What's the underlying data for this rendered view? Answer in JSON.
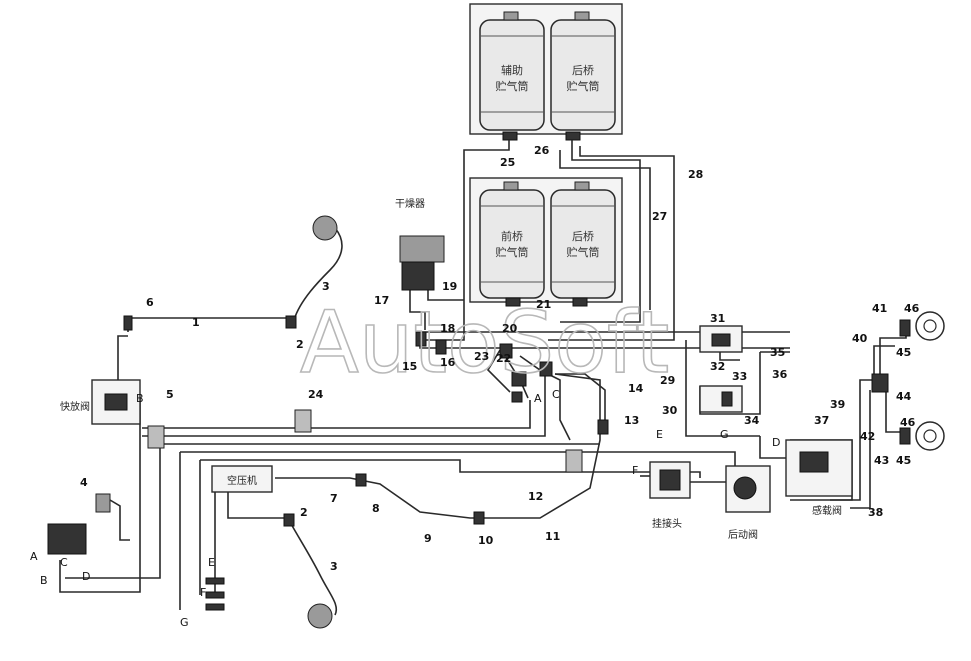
{
  "watermark": "AutoSoft",
  "tanks": {
    "aux": [
      "辅助",
      "贮气筒"
    ],
    "rear_top": [
      "后桥",
      "贮气筒"
    ],
    "front": [
      "前桥",
      "贮气筒"
    ],
    "rear_bottom": [
      "后桥",
      "贮气筒"
    ]
  },
  "components": {
    "dryer": "干燥器",
    "quick_valve": "快放阀",
    "compressor": "空压机",
    "trailer_head": "挂接头",
    "relay_valve": "后动阀",
    "sensing_valve": "感载阀"
  },
  "callouts": {
    "n1": "1",
    "n2a": "2",
    "n2b": "2",
    "n3a": "3",
    "n3b": "3",
    "n4": "4",
    "n5": "5",
    "n6": "6",
    "n7": "7",
    "n8": "8",
    "n9": "9",
    "n10": "10",
    "n11": "11",
    "n12": "12",
    "n13": "13",
    "n14": "14",
    "n15": "15",
    "n16": "16",
    "n17": "17",
    "n18": "18",
    "n19": "19",
    "n20": "20",
    "n21": "21",
    "n22": "22",
    "n23": "23",
    "n24": "24",
    "n25": "25",
    "n26": "26",
    "n27": "27",
    "n28": "28",
    "n29": "29",
    "n30": "30",
    "n31": "31",
    "n32": "32",
    "n33": "33",
    "n34": "34",
    "n35": "35",
    "n36": "36",
    "n37": "37",
    "n38": "38",
    "n39": "39",
    "n40": "40",
    "n41": "41",
    "n42": "42",
    "n43": "43",
    "n44": "44",
    "n45a": "45",
    "n45b": "45",
    "n46a": "46",
    "n46b": "46"
  },
  "letters": {
    "A1": "A",
    "A2": "A",
    "B1": "B",
    "B2": "B",
    "C1": "C",
    "C2": "C",
    "D1": "D",
    "D2": "D",
    "E1": "E",
    "E2": "E",
    "F1": "F",
    "F2": "F",
    "G1": "G",
    "G2": "G"
  }
}
